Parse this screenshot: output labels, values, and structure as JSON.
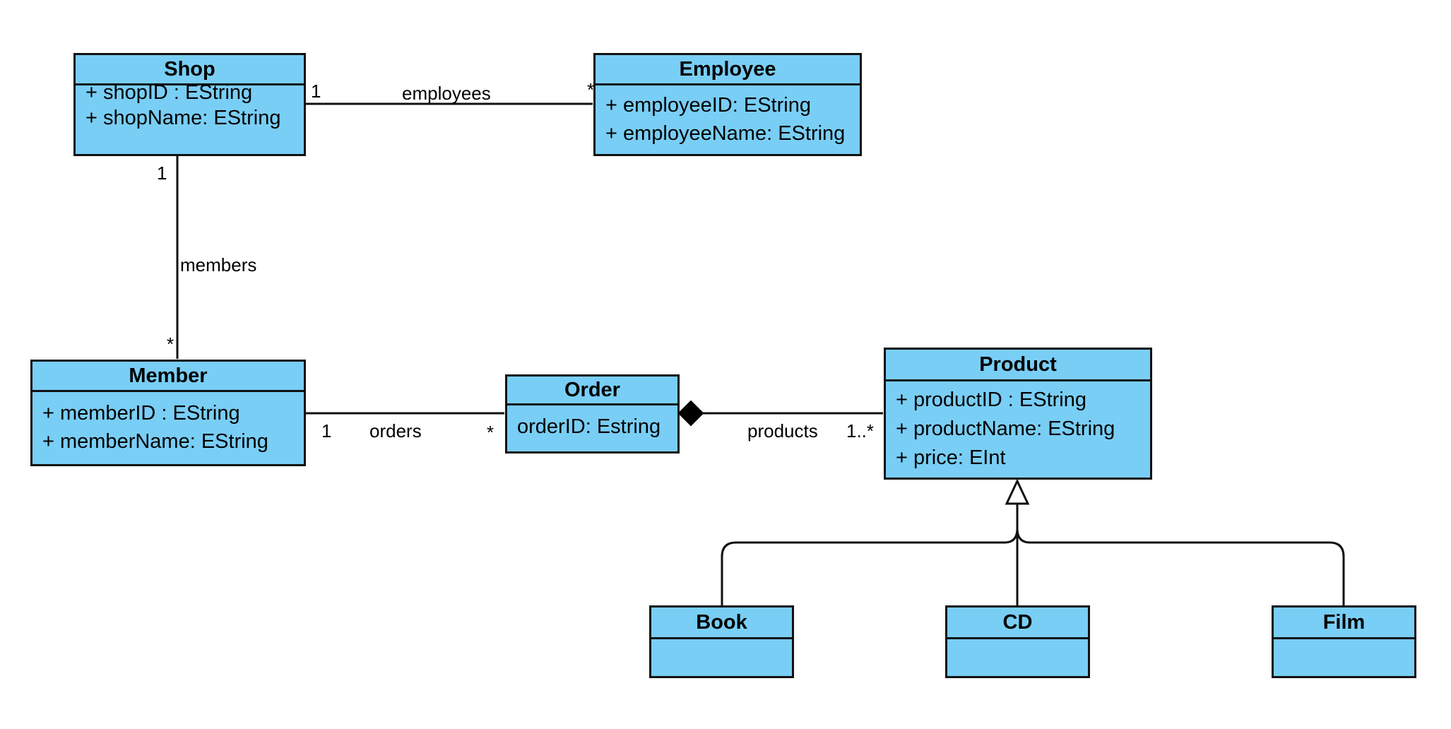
{
  "classes": {
    "shop": {
      "name": "Shop",
      "attrs": [
        "+ shopID : EString",
        "+ shopName: EString"
      ]
    },
    "employee": {
      "name": "Employee",
      "attrs": [
        "+ employeeID: EString",
        "+ employeeName: EString"
      ]
    },
    "member": {
      "name": "Member",
      "attrs": [
        "+ memberID : EString",
        "+ memberName: EString"
      ]
    },
    "order": {
      "name": "Order",
      "attrs": [
        "orderID: Estring"
      ]
    },
    "product": {
      "name": "Product",
      "attrs": [
        "+ productID : EString",
        "+ productName: EString",
        "+ price: EInt"
      ]
    },
    "book": {
      "name": "Book",
      "attrs": []
    },
    "cd": {
      "name": "CD",
      "attrs": []
    },
    "film": {
      "name": "Film",
      "attrs": []
    }
  },
  "associations": {
    "employees": {
      "label": "employees",
      "source_mult": "1",
      "target_mult": "*"
    },
    "members": {
      "label": "members",
      "source_mult": "1",
      "target_mult": "*"
    },
    "orders": {
      "label": "orders",
      "source_mult": "1",
      "target_mult": "*"
    },
    "products": {
      "label": "products",
      "target_mult": "1..*"
    }
  },
  "colors": {
    "class_fill": "#79cef5",
    "stroke": "#111111"
  }
}
